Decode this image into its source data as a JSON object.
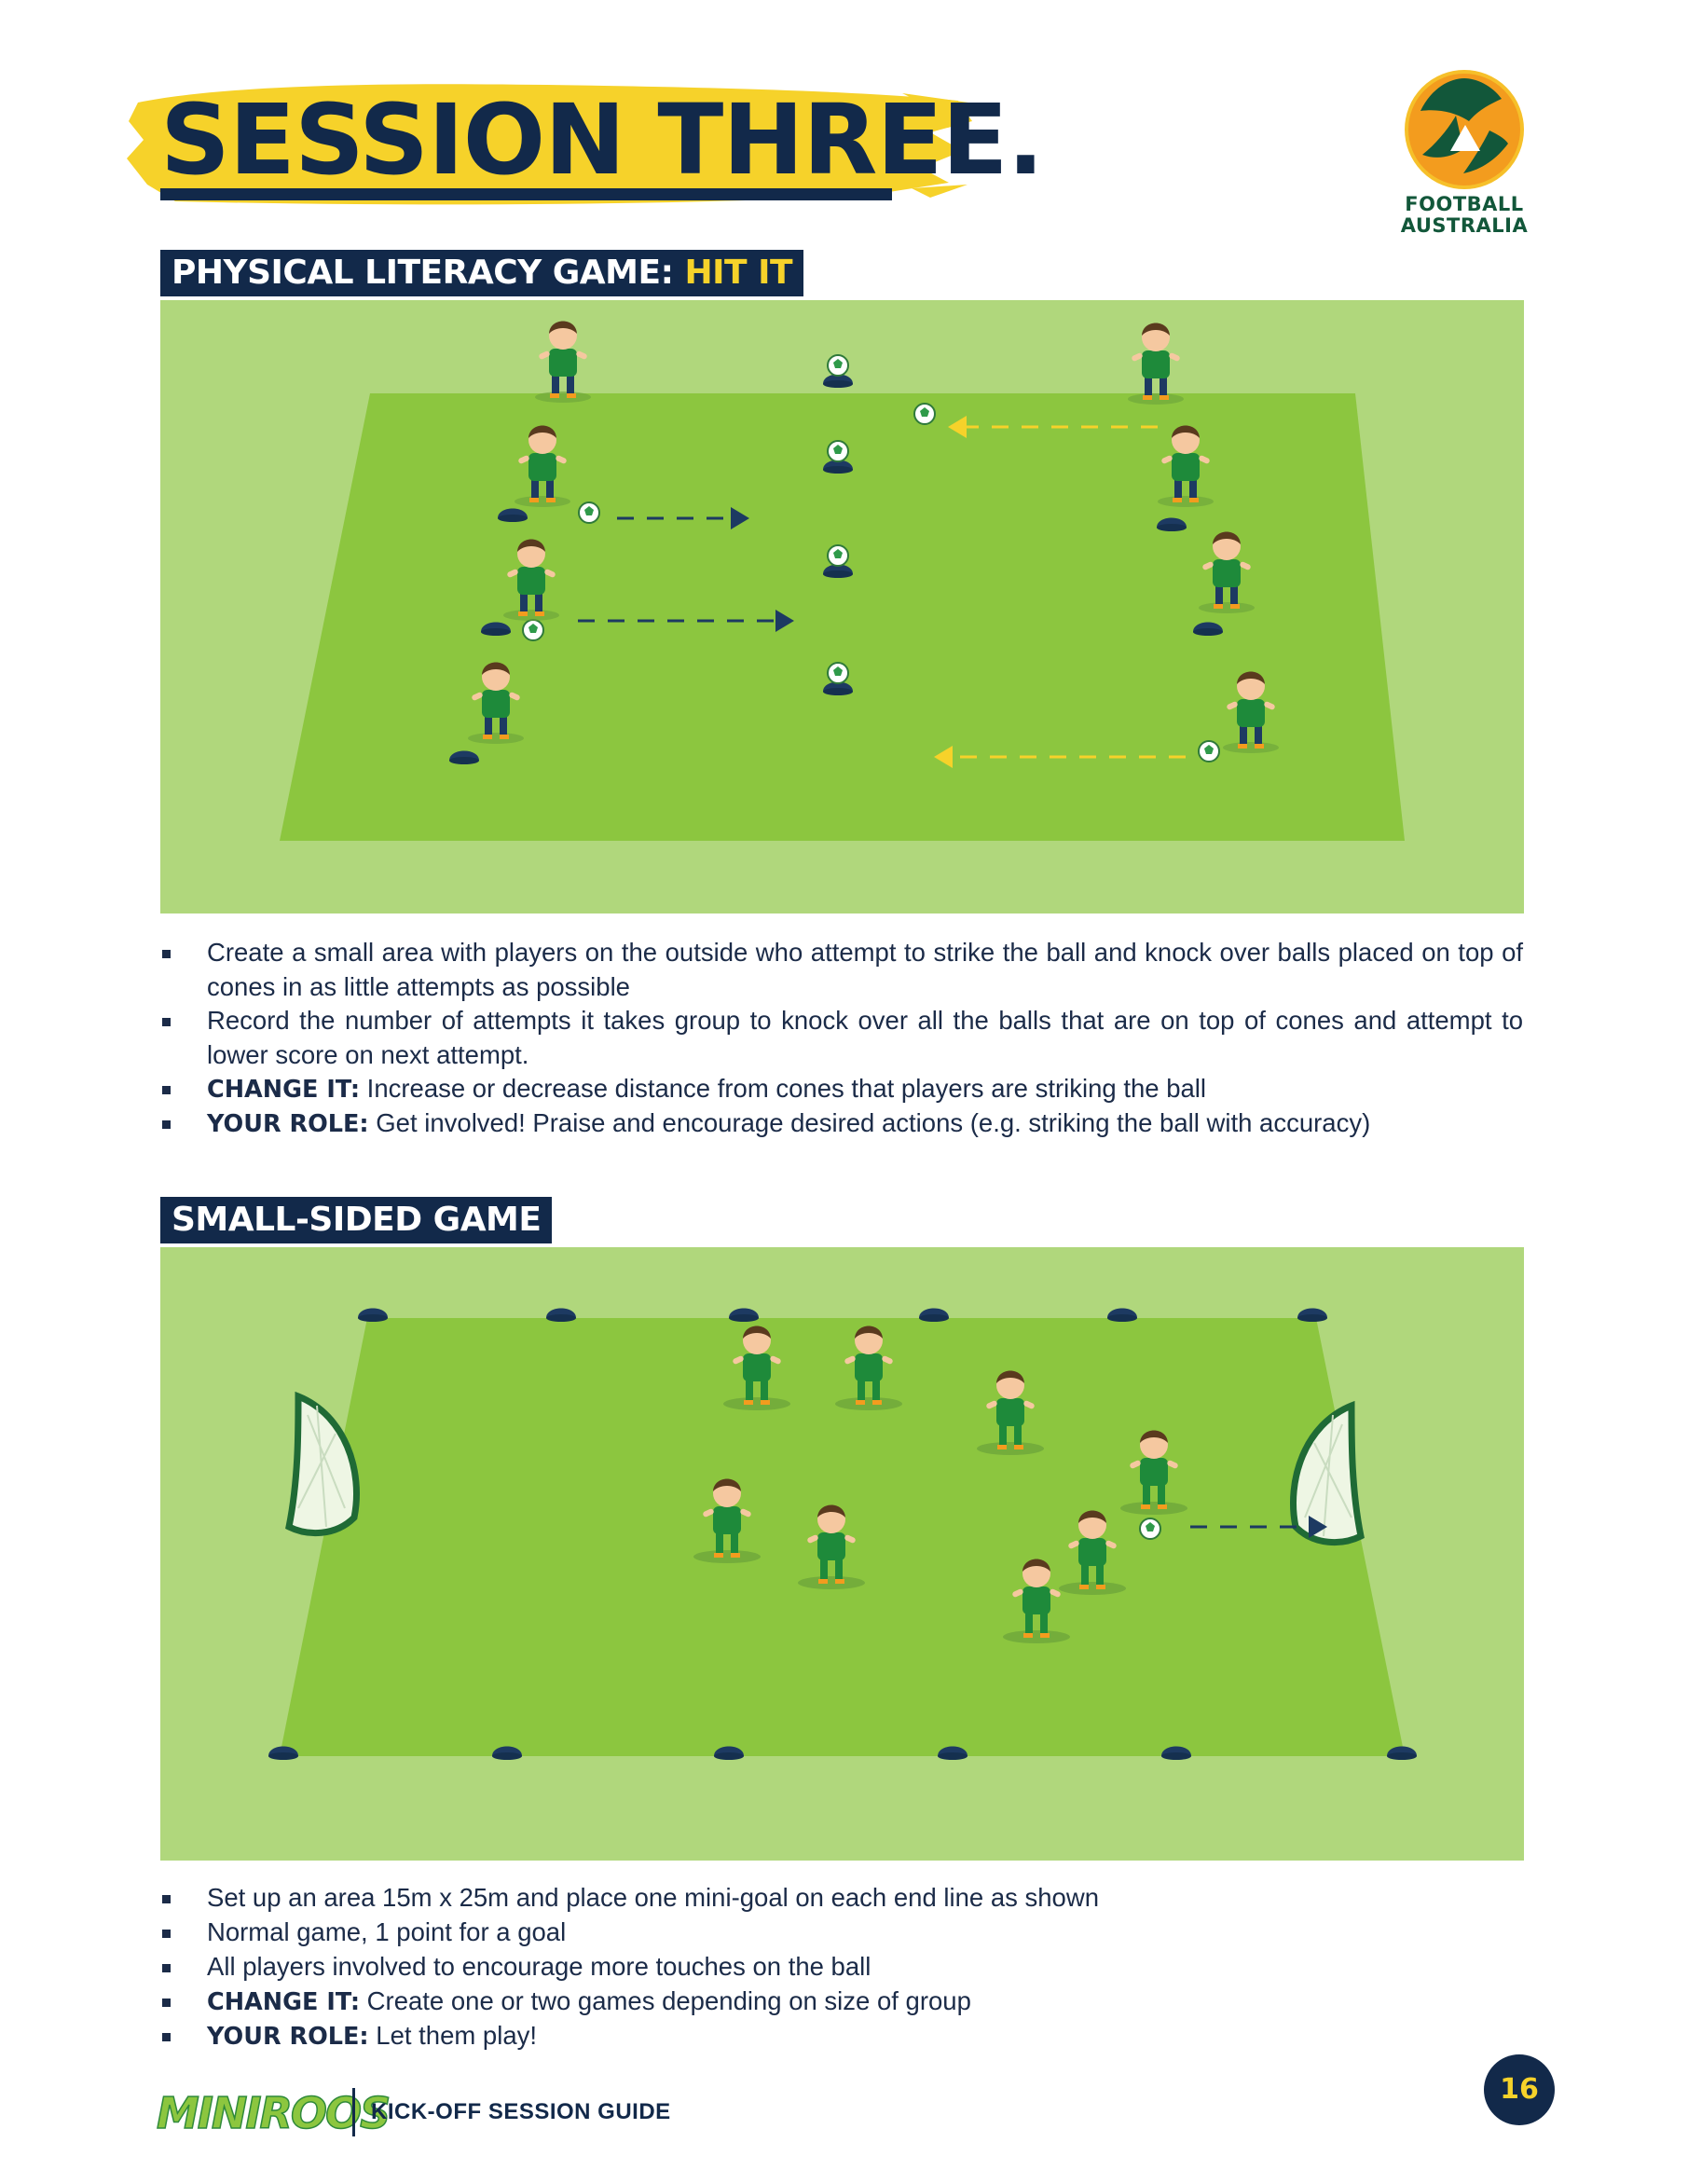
{
  "header": {
    "title": "SESSION THREE.",
    "brand_line1": "FOOTBALL",
    "brand_line2": "AUSTRALIA"
  },
  "section1": {
    "heading_main": "PHYSICAL LITERACY GAME: ",
    "heading_highlight": "HIT IT",
    "bullets": [
      {
        "label": "",
        "text": "Create a small area with players on the outside who attempt to strike the ball and knock over balls placed on top of cones in as little attempts as possible"
      },
      {
        "label": "",
        "text": "Record the number of attempts it takes group to knock over all the balls that are on top of cones and attempt to lower score on next attempt."
      },
      {
        "label": "CHANGE IT:",
        "text": " Increase or decrease distance from cones that players are striking the ball"
      },
      {
        "label": "YOUR ROLE:",
        "text": " Get involved! Praise and encourage desired actions (e.g. striking the ball with accuracy)"
      }
    ]
  },
  "section2": {
    "heading_main": "SMALL-SIDED GAME",
    "bullets": [
      {
        "label": "",
        "text": "Set up an area 15m x 25m and place one mini-goal on each end line as shown"
      },
      {
        "label": "",
        "text": "Normal game, 1 point for a goal"
      },
      {
        "label": "",
        "text": "All players involved to encourage more touches on the ball"
      },
      {
        "label": "CHANGE IT:",
        "text": " Create one or two games depending on size of group"
      },
      {
        "label": "YOUR ROLE:",
        "text": " Let them play!"
      }
    ]
  },
  "footer": {
    "brand": "MINIROOS",
    "guide": "KICK-OFF SESSION GUIDE",
    "page": "16"
  },
  "colors": {
    "navy": "#12294a",
    "yellow": "#f6d22a",
    "field_outer": "#b0d77c",
    "field_inner": "#8cc63f",
    "kit_green": "#1e8a3a"
  }
}
